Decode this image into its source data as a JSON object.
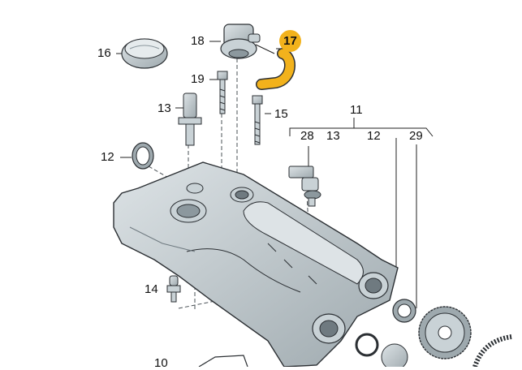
{
  "diagram": {
    "callouts": {
      "c10": "10",
      "c11": "11",
      "c12a": "12",
      "c12b": "12",
      "c13a": "13",
      "c13b": "13",
      "c14": "14",
      "c15": "15",
      "c16": "16",
      "c17": "17",
      "c18": "18",
      "c19": "19",
      "c28": "28",
      "c29": "29"
    },
    "highlighted_part": "17",
    "colors": {
      "highlight": "#f2b21c",
      "part_fill": "#c9d2d6",
      "part_shadow": "#8c989e",
      "outline": "#2b2f33"
    }
  }
}
